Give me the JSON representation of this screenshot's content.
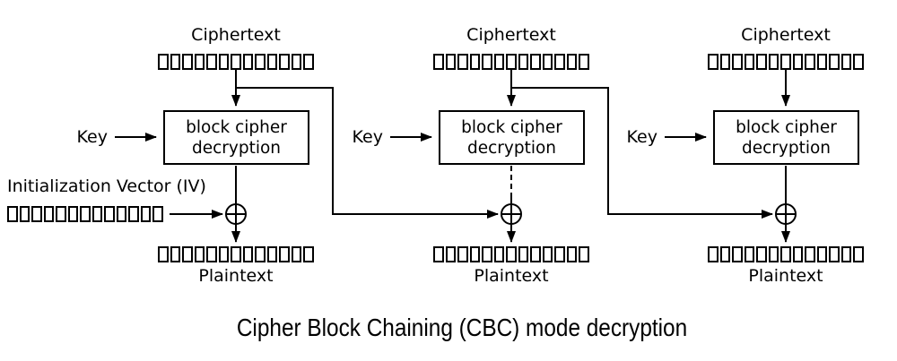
{
  "title": "Cipher Block Chaining (CBC) mode decryption",
  "colors": {
    "stroke": "#000000",
    "background": "#ffffff"
  },
  "iv": {
    "label": "Initialization Vector (IV)",
    "cells": 13
  },
  "blocks": [
    {
      "ciphertext_label": "Ciphertext",
      "key_label": "Key",
      "box_label": "block cipher decryption",
      "plaintext_label": "Plaintext",
      "cells": 13
    },
    {
      "ciphertext_label": "Ciphertext",
      "key_label": "Key",
      "box_label": "block cipher decryption",
      "plaintext_label": "Plaintext",
      "cells": 13
    },
    {
      "ciphertext_label": "Ciphertext",
      "key_label": "Key",
      "box_label": "block cipher decryption",
      "plaintext_label": "Plaintext",
      "cells": 13
    }
  ]
}
